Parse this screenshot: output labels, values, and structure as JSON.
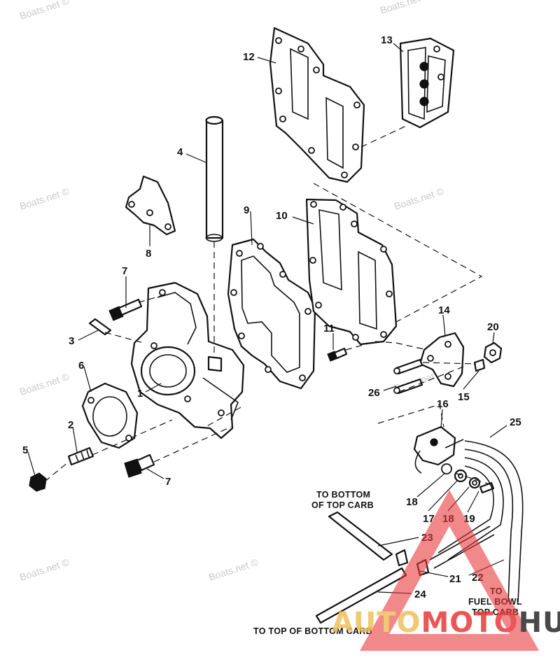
{
  "watermark_text": "Boats.net ©",
  "callouts": {
    "c1": "1",
    "c2": "2",
    "c3": "3",
    "c4": "4",
    "c5": "5",
    "c6": "6",
    "c7a": "7",
    "c7b": "7",
    "c8": "8",
    "c9": "9",
    "c10": "10",
    "c11": "11",
    "c12": "12",
    "c13": "13",
    "c14": "14",
    "c15": "15",
    "c16": "16",
    "c17": "17",
    "c18a": "18",
    "c18b": "18",
    "c19": "19",
    "c20": "20",
    "c21": "21",
    "c22": "22",
    "c23": "23",
    "c24": "24",
    "c25": "25",
    "c26": "26"
  },
  "notes": {
    "to_bottom_of_top_carb_line1": "TO BOTTOM",
    "to_bottom_of_top_carb_line2": "OF TOP CARB",
    "to_fuel_bowl_line1": "TO",
    "to_fuel_bowl_line2": "FUEL BOWL",
    "to_fuel_bowl_line3": "TOP CARB",
    "to_top_of_bottom_carb": "TO TOP OF BOTTOM CARB"
  },
  "logo": {
    "part1": "AUTO",
    "part2": "MOTO",
    "part3": "HUB",
    "colors": {
      "auto": "#f0c05a",
      "moto": "#e8393a",
      "hub": "#2a2a2a",
      "triangle": "#e8393a"
    }
  }
}
